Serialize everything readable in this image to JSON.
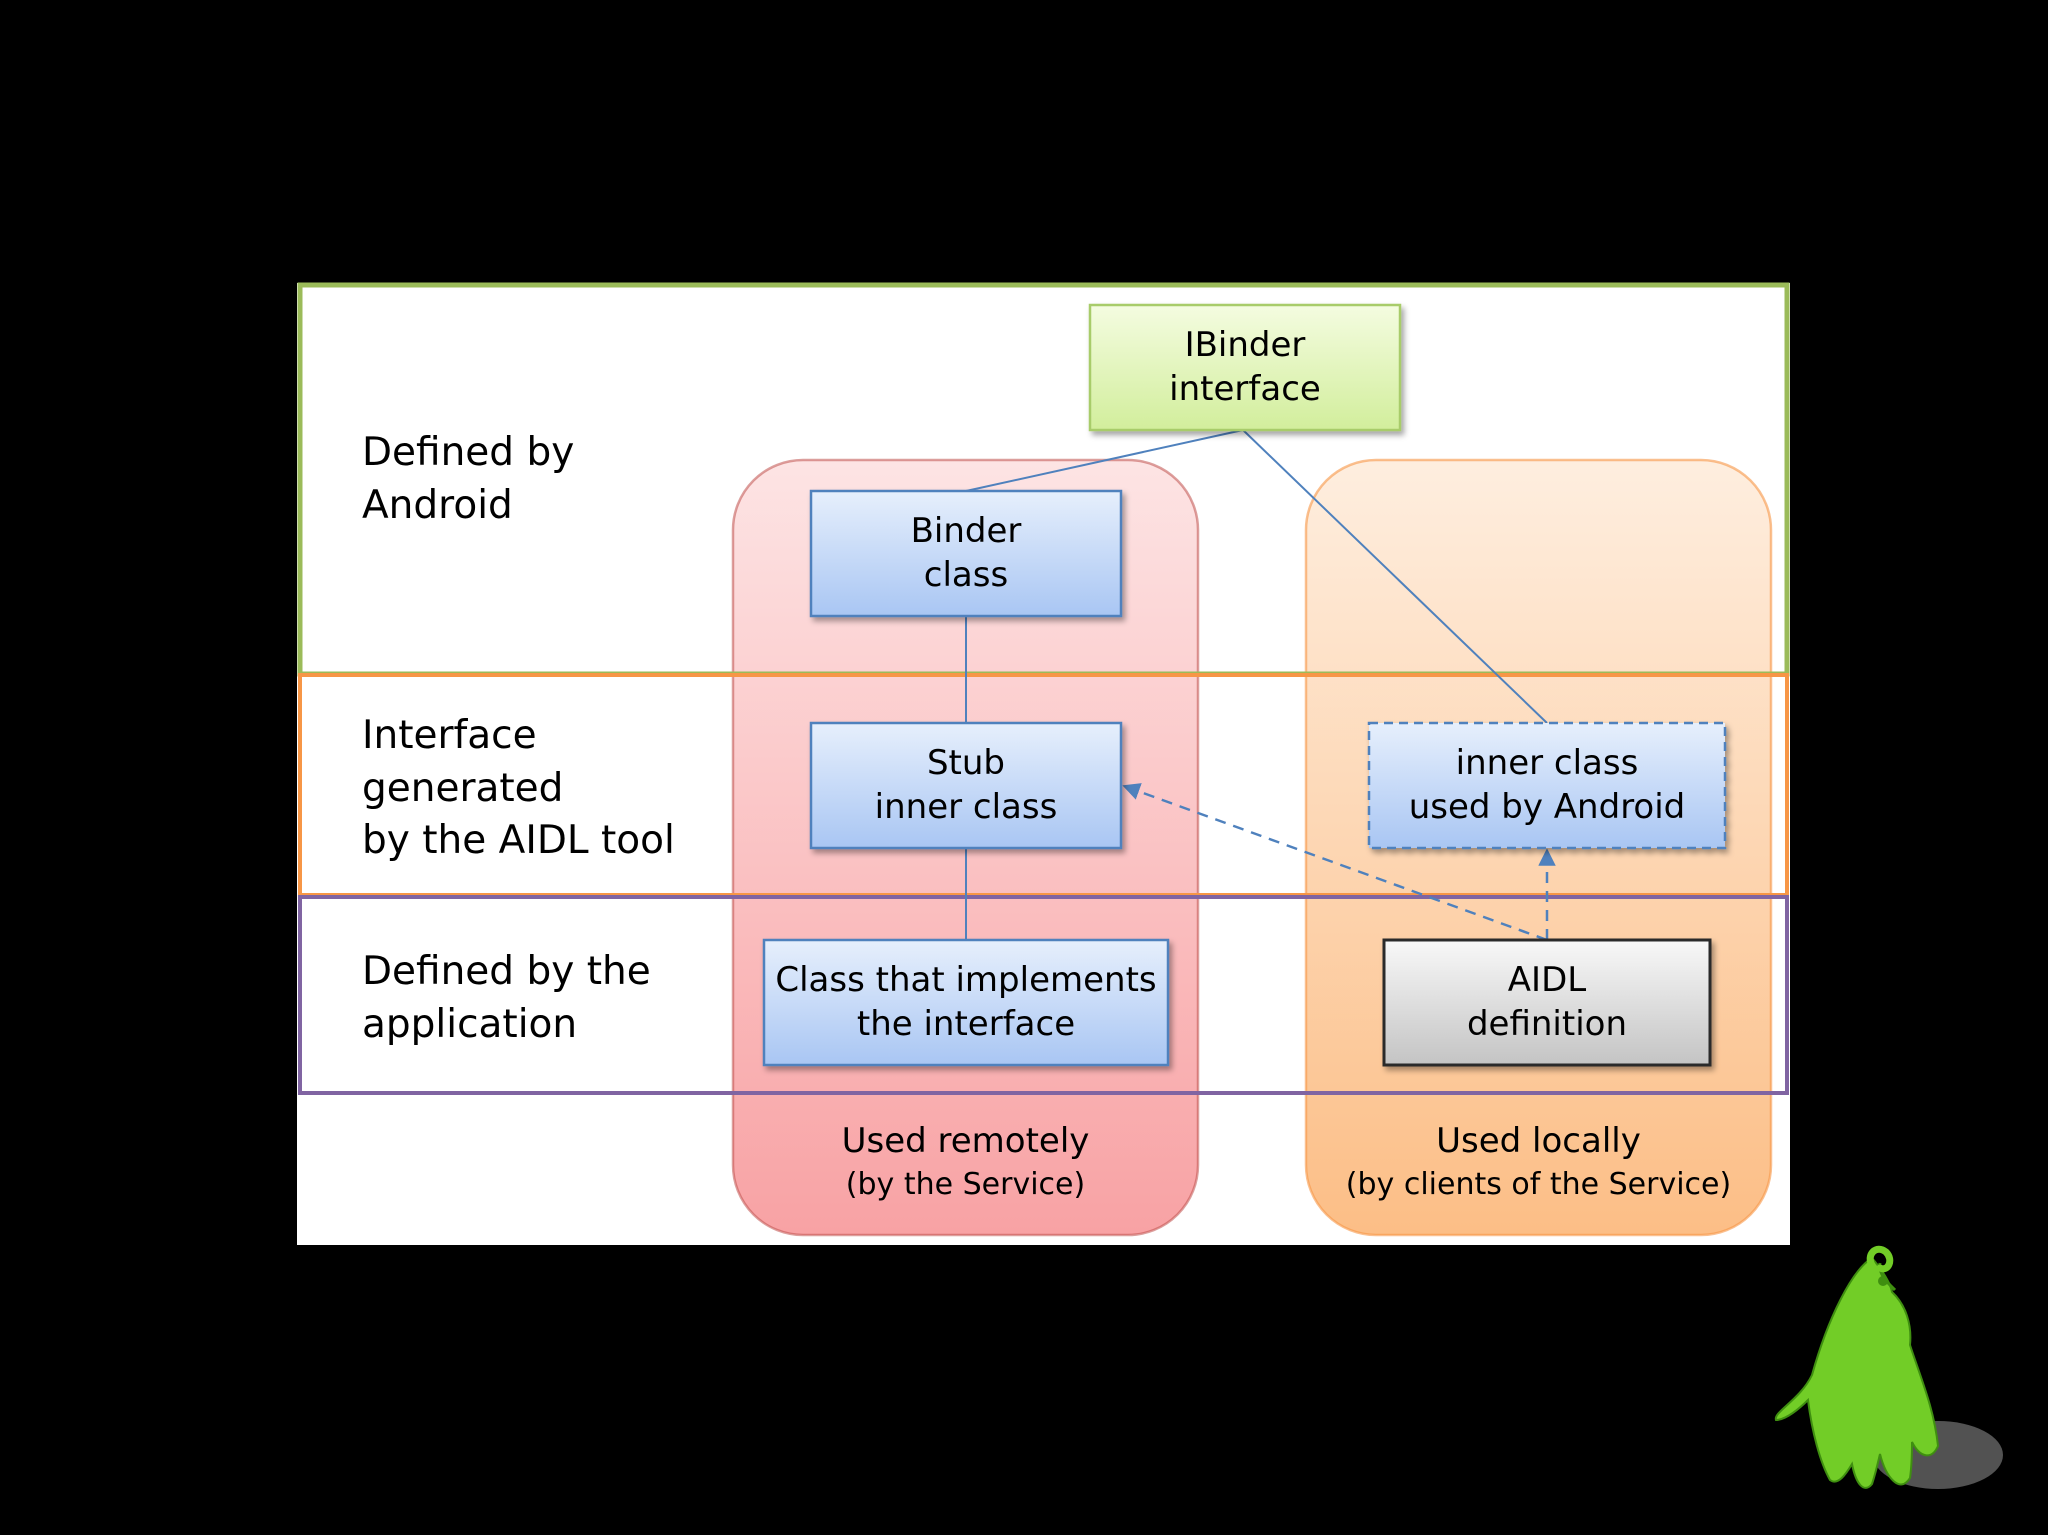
{
  "rows": {
    "android": {
      "line1": "Defined by Android"
    },
    "aidl": {
      "line1": "Interface generated",
      "line2": "by the AIDL tool"
    },
    "app": {
      "line1": "Defined by the",
      "line2": "application"
    }
  },
  "boxes": {
    "ibinder": {
      "line1": "IBinder",
      "line2": "interface"
    },
    "binder": {
      "line1": "Binder",
      "line2": "class"
    },
    "stub": {
      "line1": "Stub",
      "line2": "inner class"
    },
    "impl": {
      "line1": "Class that implements",
      "line2": "the interface"
    },
    "inner": {
      "line1": "inner class",
      "line2": "used by Android"
    },
    "aidl_def": {
      "line1": "AIDL",
      "line2": "definition"
    }
  },
  "columns": {
    "remote": {
      "title": "Used remotely",
      "sub": "(by the Service)"
    },
    "local": {
      "title": "Used locally",
      "sub": "(by clients of the Service)"
    }
  },
  "colors": {
    "android_band": "#9BBB59",
    "aidl_band": "#F79646",
    "app_band": "#8064A2",
    "remote_column": "#F6A6A8",
    "local_column": "#FCC490",
    "class_box": "#A9C6F3",
    "interface_box": "#DDF3A7",
    "aidl_box": "#C8C8C8",
    "connector": "#4F81BD"
  },
  "icons": [
    "green-ghost-mascot-icon"
  ]
}
